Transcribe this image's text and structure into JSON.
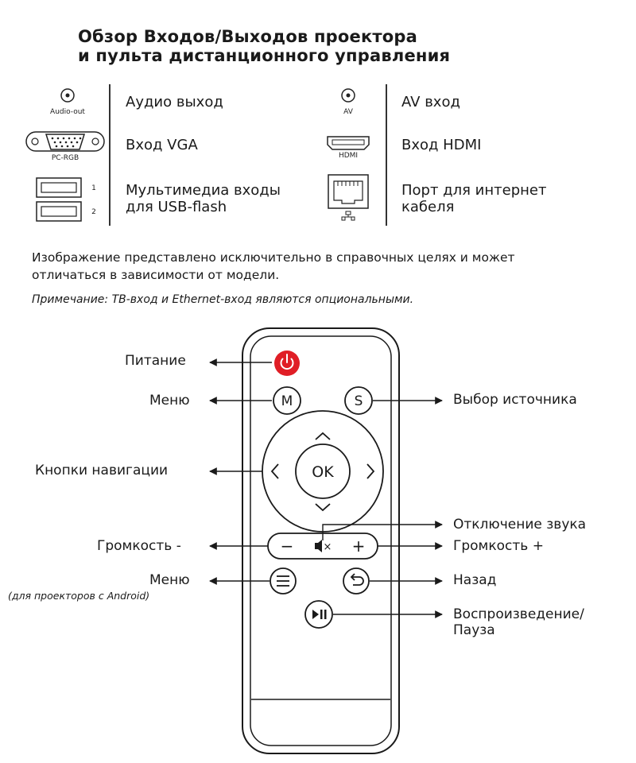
{
  "header": {
    "title_line1": "Обзор Входов/Выходов проектора",
    "title_line2": "и пульта дистанционного управления"
  },
  "ports": {
    "audio_out": {
      "caption": "Audio-out",
      "label": "Аудио выход",
      "icon": "audio-jack-icon"
    },
    "vga": {
      "caption": "PC-RGB",
      "label": "Вход VGA",
      "icon": "vga-port-icon"
    },
    "usb": {
      "caption_1": "1",
      "caption_2": "2",
      "label_line1": "Мультимедиа входы",
      "label_line2": "для USB-flash",
      "icon": "usb-port-icon"
    },
    "av": {
      "caption": "AV",
      "label": "AV вход",
      "icon": "av-jack-icon"
    },
    "hdmi": {
      "caption": "HDMI",
      "label": "Вход HDMI",
      "icon": "hdmi-port-icon"
    },
    "ethernet": {
      "label_line1": "Порт для интернет",
      "label_line2": "кабеля",
      "icon": "ethernet-port-icon"
    }
  },
  "description": {
    "line1": "Изображение представлено исключительно в справочных целях и может",
    "line2": "отличаться в зависимости от модели.",
    "note": "Примечание: ТВ-вход и Ethernet-вход являются опциональными."
  },
  "remote": {
    "buttons": {
      "menu_letter": "M",
      "source_letter": "S",
      "ok": "OK",
      "vol_minus": "−",
      "vol_plus": "+",
      "mute_x": "×"
    },
    "colors": {
      "power": "#e01e26",
      "outline": "#1a1a1a"
    },
    "callouts": {
      "power": "Питание",
      "menu": "Меню",
      "source": "Выбор источника",
      "navigation": "Кнопки навигации",
      "mute": "Отключение звука",
      "vol_minus": "Громкость -",
      "vol_plus": "Громкость +",
      "android_menu": "Меню",
      "android_menu_note": "(для проекторов с Android)",
      "back": "Назад",
      "play_pause_line1": "Воспроизведение/",
      "play_pause_line2": "Пауза"
    }
  }
}
